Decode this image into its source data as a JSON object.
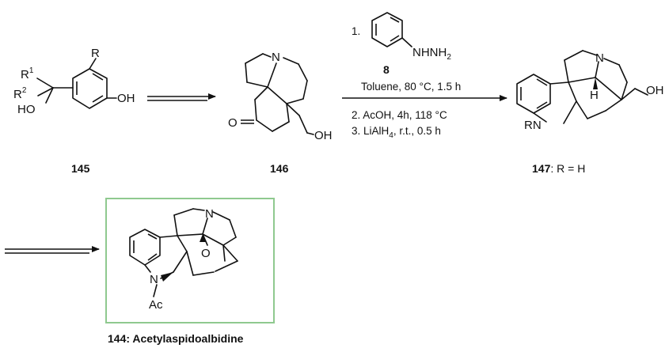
{
  "compounds": {
    "c145": {
      "label": "145",
      "atoms": {
        "r": "R",
        "r1": "R",
        "r1_sup": "1",
        "r2": "R",
        "r2_sup": "2",
        "ho": "HO",
        "oh": "OH"
      }
    },
    "c146": {
      "label": "146",
      "atoms": {
        "n": "N",
        "o": "O",
        "oh": "OH"
      }
    },
    "c147": {
      "label_num": "147",
      "label_rest": ": R = H",
      "atoms": {
        "n": "N",
        "rn": "RN",
        "h": "H",
        "oh": "OH"
      }
    },
    "c144": {
      "label": "144: Acetylaspidoalbidine",
      "atoms": {
        "n_top": "N",
        "n_bottom": "N",
        "o": "O",
        "ac": "Ac"
      }
    }
  },
  "reagent": {
    "step1_num": "1.",
    "hydrazine": "NHNH",
    "hydrazine_sub": "2",
    "number": "8"
  },
  "conditions": {
    "line1": "Toluene, 80 °C, 1.5 h",
    "line2": "2. AcOH, 4h, 118 °C",
    "line3_a": "3. LiAlH",
    "line3_sub": "4",
    "line3_b": ", r.t., 0.5 h"
  },
  "colors": {
    "box_border": "#8fc98f",
    "ink": "#111111"
  }
}
